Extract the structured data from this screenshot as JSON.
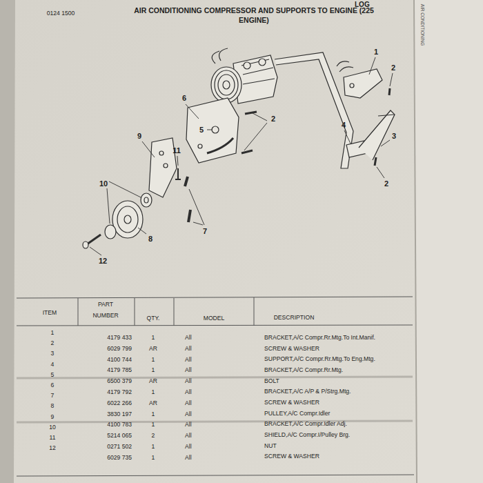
{
  "diagram": {
    "title": "AIR CONDITIONING COMPRESSOR AND SUPPORTS TO ENGINE (225 ENGINE)",
    "labels": [
      "LOG",
      "0124 1500",
      "AIR CONDITIONING",
      "1",
      "2",
      "6",
      "2",
      "5",
      "9",
      "4",
      "3",
      "11",
      "2",
      "10",
      "7",
      "8",
      "12",
      "ITEM",
      "PART NUMBER",
      "QTY.",
      "MODEL",
      "DESCRIPTION",
      "1",
      "4179 433",
      "1",
      "All",
      "BRACKET,A/C Compr.Rr.Mtg.To Int.Manif.",
      "2",
      "6029 799",
      "AR",
      "All",
      "SCREW & WASHER",
      "3",
      "4100 744",
      "1",
      "All",
      "SUPPORT,A/C Compr.Rr.Mtg.To Eng.Mtg.",
      "4",
      "4179 785",
      "1",
      "All",
      "BRACKET,A/C Compr.Rr.Mtg.",
      "5",
      "6500 379",
      "AR",
      "All",
      "BOLT",
      "6",
      "4179 792",
      "1",
      "All",
      "BRACKET,A/C A/P & P/Strg.Mtg.",
      "7",
      "6022 266",
      "AR",
      "All",
      "SCREW & WASHER",
      "8",
      "3830 197",
      "1",
      "All",
      "PULLEY,A/C Compr.Idler",
      "9",
      "4100 783",
      "1",
      "All",
      "BRACKET,A/C Compr.Idler Adj.",
      "10",
      "5214 065",
      "2",
      "All",
      "SHIELD,A/C Compr.I/Pulley Brg.",
      "11",
      "0271 502",
      "1",
      "All",
      "NUT",
      "12",
      "6029 735",
      "1",
      "All",
      "SCREW & WASHER"
    ]
  }
}
